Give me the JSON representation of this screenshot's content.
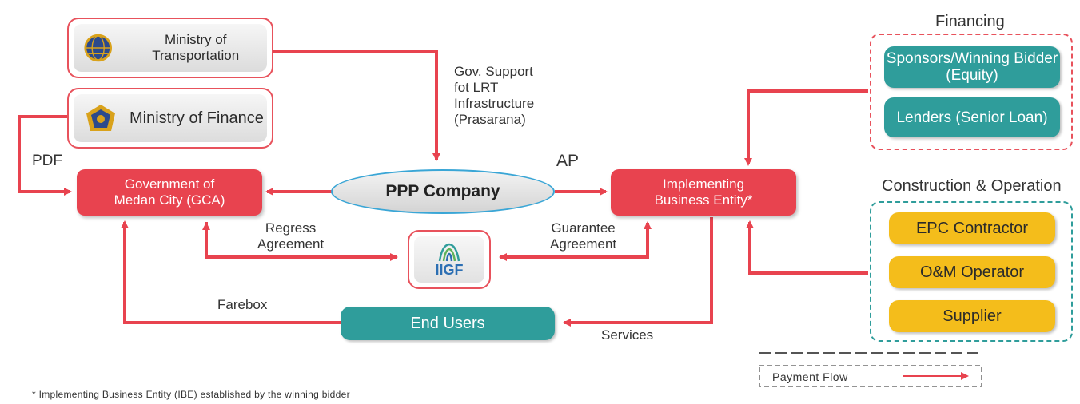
{
  "ministries": {
    "transportation": "Ministry of Transportation",
    "finance": "Ministry of Finance"
  },
  "labels": {
    "pdf": "PDF",
    "gov_support": [
      "Gov. Support",
      "fot LRT",
      "Infrastructure",
      "(Prasarana)"
    ],
    "ap": "AP",
    "regress": [
      "Regress",
      "Agreement"
    ],
    "guarantee": [
      "Guarantee",
      "Agreement"
    ],
    "farebox": "Farebox",
    "services": "Services"
  },
  "nodes": {
    "gca": [
      "Government of",
      "Medan City (GCA)"
    ],
    "ppp": "PPP Company",
    "ibe": [
      "Implementing",
      "Business Entity*"
    ],
    "iigf": "IIGF",
    "end_users": "End Users"
  },
  "financing": {
    "title": "Financing",
    "items": [
      [
        "Sponsors/Winning Bidder",
        "(Equity)"
      ],
      [
        "Lenders (Senior Loan)"
      ]
    ]
  },
  "construction": {
    "title": "Construction & Operation",
    "items": [
      "EPC Contractor",
      "O&M Operator",
      "Supplier"
    ]
  },
  "legend": {
    "label": "Payment Flow"
  },
  "footnote": "* Implementing Business Entity (IBE) established by the winning bidder",
  "colors": {
    "red": "#e8434f",
    "teal": "#2f9d9b",
    "gold": "#f4bd1b",
    "blue": "#3aa6d6"
  },
  "icons": {
    "transportation": "globe-emblem-icon",
    "finance": "finance-emblem-icon",
    "iigf": "iigf-logo-icon"
  }
}
